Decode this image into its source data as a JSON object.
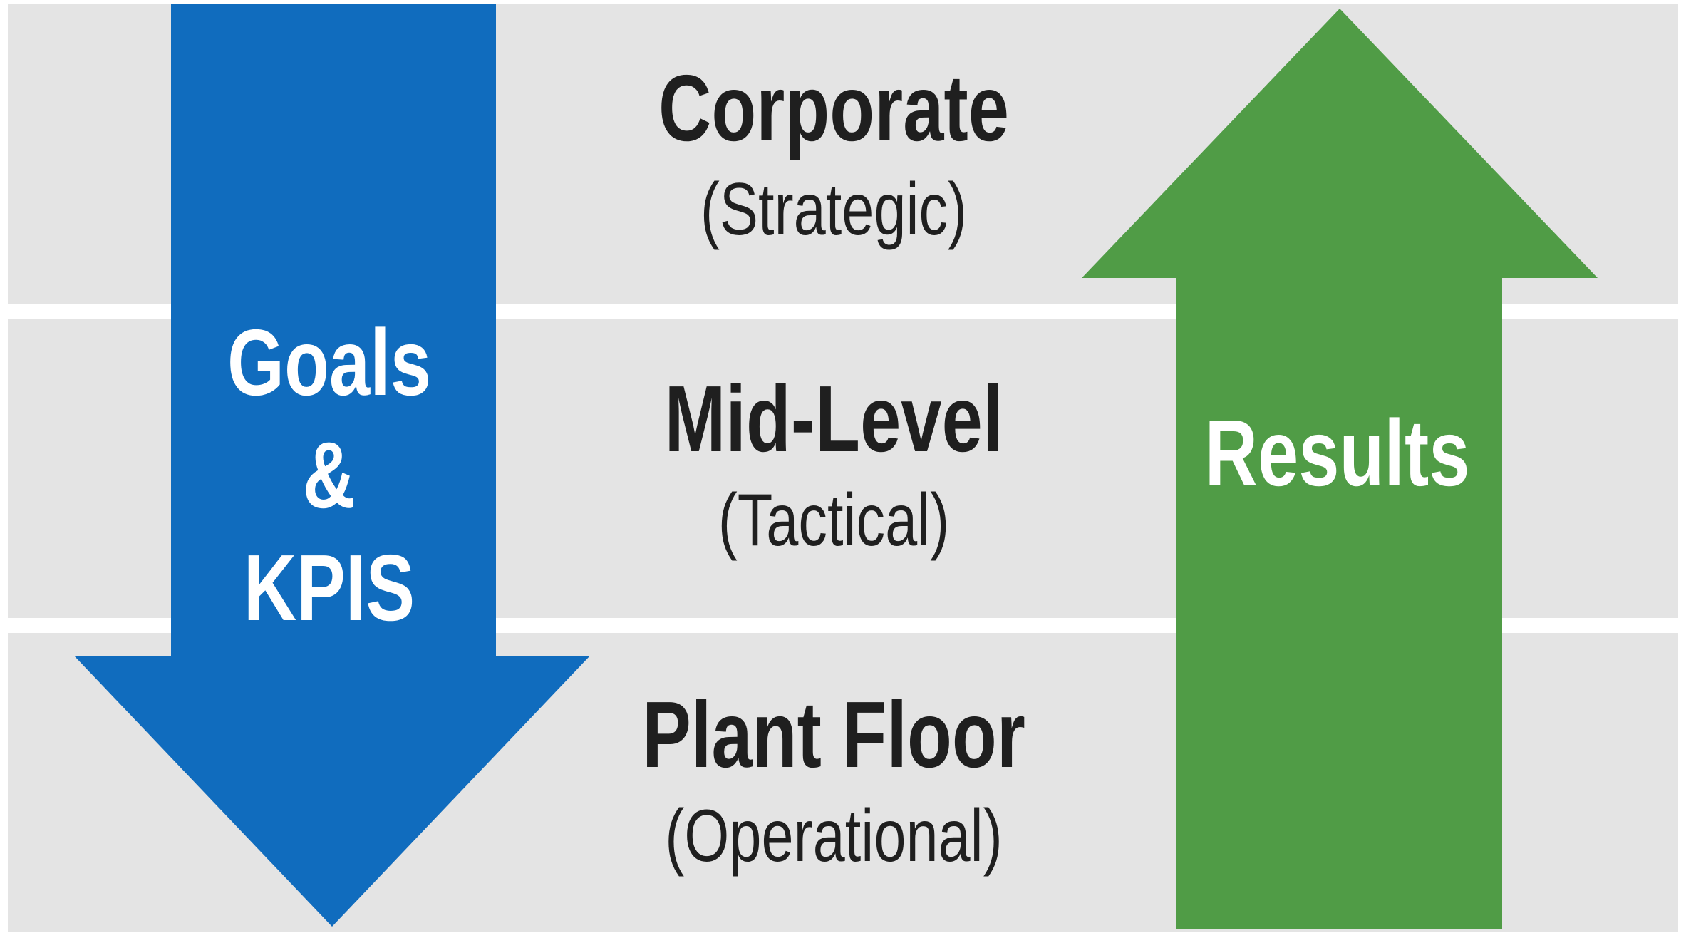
{
  "levels": [
    {
      "title": "Corporate",
      "subtitle": "(Strategic)"
    },
    {
      "title": "Mid-Level",
      "subtitle": "(Tactical)"
    },
    {
      "title": "Plant Floor",
      "subtitle": "(Operational)"
    }
  ],
  "down_arrow": {
    "lines": [
      "Goals",
      "&",
      "KPIS"
    ],
    "color": "#106cbe"
  },
  "up_arrow": {
    "label": "Results",
    "color": "#509c46"
  },
  "band_color": "#e4e4e4"
}
